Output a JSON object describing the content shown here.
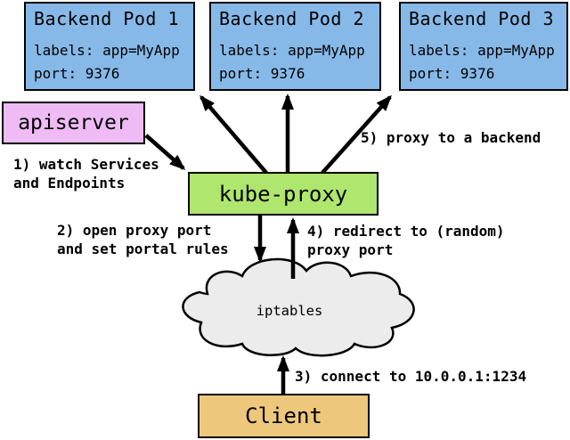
{
  "pods": [
    {
      "title": "Backend Pod 1",
      "labels_line": "labels: app=MyApp",
      "port_line": "port: 9376"
    },
    {
      "title": "Backend Pod 2",
      "labels_line": "labels: app=MyApp",
      "port_line": "port: 9376"
    },
    {
      "title": "Backend Pod 3",
      "labels_line": "labels: app=MyApp",
      "port_line": "port: 9376"
    }
  ],
  "nodes": {
    "apiserver": {
      "label": "apiserver"
    },
    "kube_proxy": {
      "label": "kube-proxy"
    },
    "iptables": {
      "label": "iptables"
    },
    "client": {
      "label": "Client"
    }
  },
  "annotations": {
    "step1": {
      "line1": "1) watch Services",
      "line2": "and Endpoints"
    },
    "step2": {
      "line1": "2) open proxy port",
      "line2": "and set portal rules"
    },
    "step3": {
      "line1": "3) connect to 10.0.0.1:1234"
    },
    "step4": {
      "line1": "4) redirect to (random)",
      "line2": "proxy port"
    },
    "step5": {
      "line1": "5) proxy to a backend"
    }
  },
  "colors": {
    "background": "#ffffff",
    "outline": "#000000",
    "pod_fill": "#87b9e8",
    "apiserver_fill": "#eebbf5",
    "kube_proxy_fill": "#aee66e",
    "client_fill": "#edc87c",
    "cloud_fill": "#ececec"
  }
}
